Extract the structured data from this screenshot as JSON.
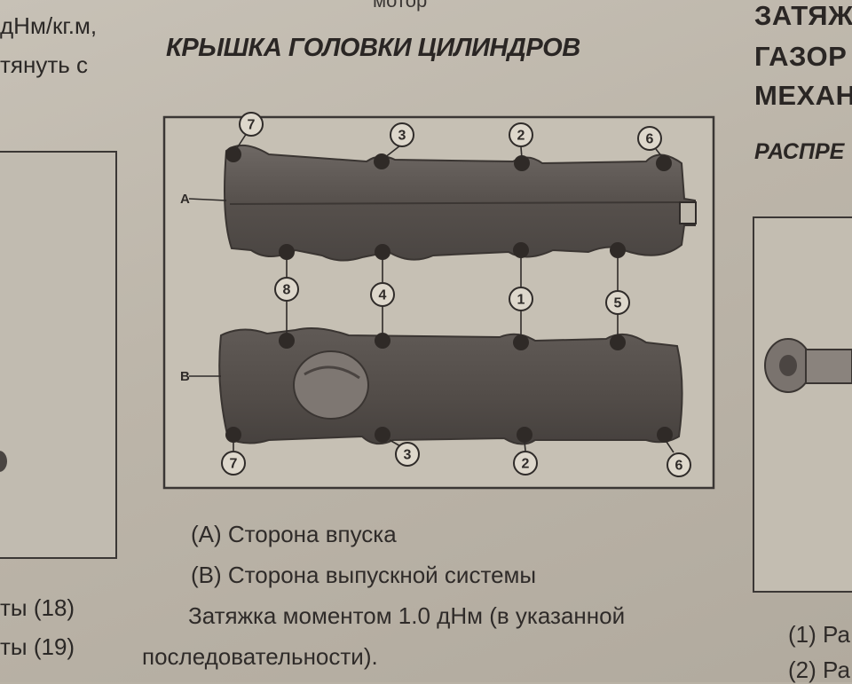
{
  "top_fragment": "мотор",
  "left_column": {
    "line1": "дНм/кг.м,",
    "line2": "тянуть с",
    "bottom_line1": "ты (18)",
    "bottom_line2": "ты (19)"
  },
  "section_title": "КРЫШКА ГОЛОВКИ ЦИЛИНДРОВ",
  "figure": {
    "label_a": "A",
    "label_b": "B",
    "top_cover_numbers": [
      "7",
      "3",
      "2",
      "6"
    ],
    "middle_numbers": [
      "8",
      "4",
      "1",
      "5"
    ],
    "bottom_cover_numbers": [
      "7",
      "3",
      "2",
      "6"
    ]
  },
  "captions": {
    "line_a": "(A) Сторона впуска",
    "line_b": "(B) Сторона выпускной системы",
    "line_torque_1": "Затяжка моментом 1.0 дНм (в указанной",
    "line_torque_2": "последовательности)."
  },
  "right_column": {
    "title_line1": "ЗАТЯЖ",
    "title_line2": "ГАЗОР",
    "title_line3": "МЕХАН",
    "subtitle": "РАСПРЕ",
    "item1": "(1) Ра",
    "item2": "(2) Ра"
  }
}
